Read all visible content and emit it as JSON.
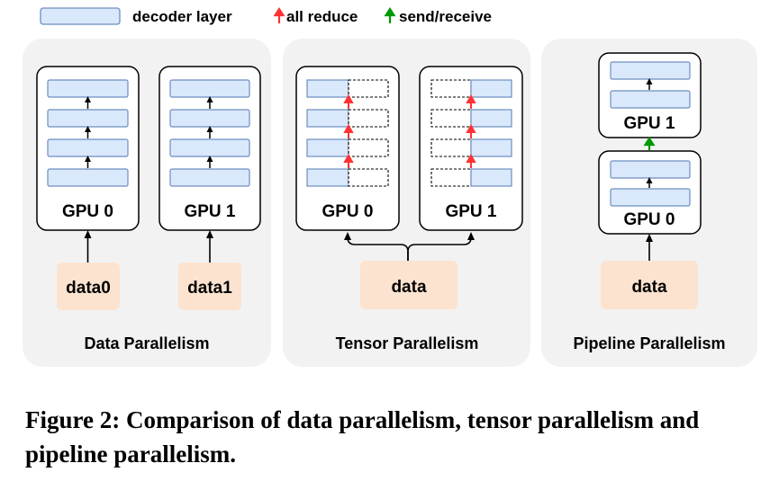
{
  "legend": {
    "decoder_layer": "decoder layer",
    "all_reduce": "all reduce",
    "send_receive": "send/receive"
  },
  "panels": {
    "data_parallelism": {
      "title": "Data Parallelism",
      "gpus": [
        "GPU 0",
        "GPU 1"
      ],
      "inputs": [
        "data0",
        "data1"
      ]
    },
    "tensor_parallelism": {
      "title": "Tensor Parallelism",
      "gpus": [
        "GPU 0",
        "GPU 1"
      ],
      "input": "data"
    },
    "pipeline_parallelism": {
      "title": "Pipeline Parallelism",
      "gpus": [
        "GPU 1",
        "GPU 0"
      ],
      "input": "data"
    }
  },
  "caption": "Figure 2: Comparison of data parallelism, tensor parallelism and pipeline parallelism.",
  "colors": {
    "layer_fill": "#dae8fc",
    "layer_stroke": "#6c8ebf",
    "panel_fill": "#f2f2f2",
    "data_fill": "#fce3cf",
    "all_reduce": "#ff3333",
    "send_receive": "#009900"
  }
}
